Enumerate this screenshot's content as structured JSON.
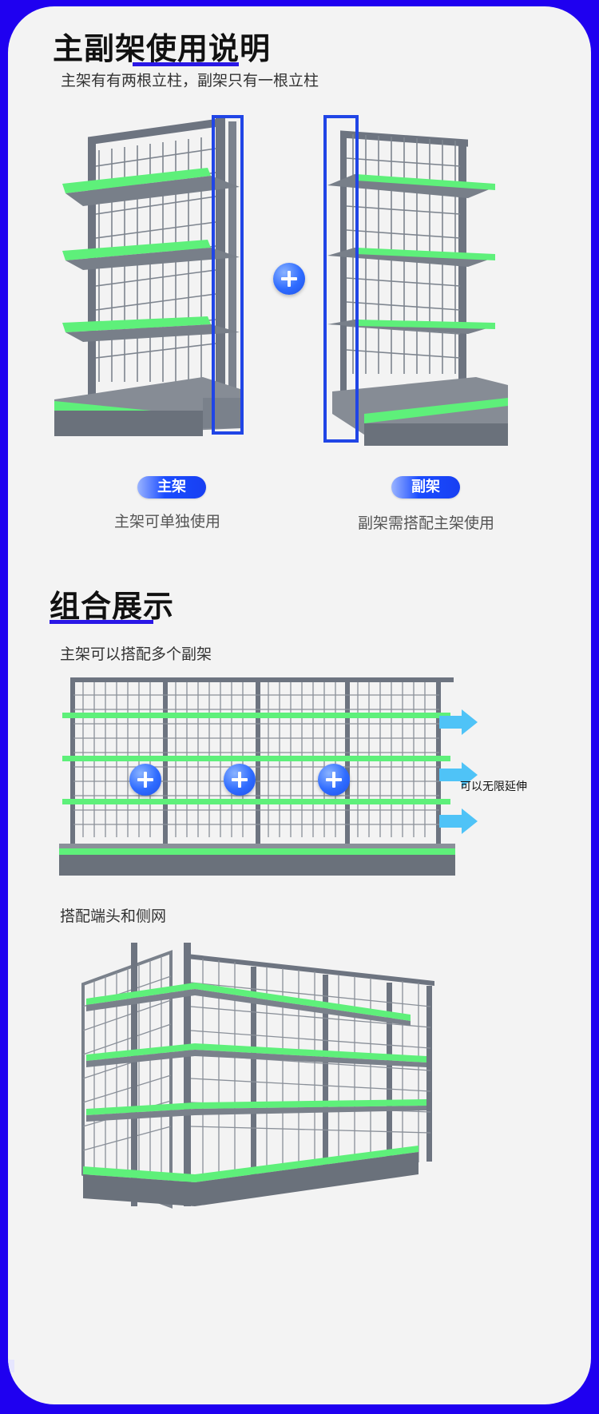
{
  "section1": {
    "title": "主副架使用说明",
    "subtitle": "主架有有两根立柱，副架只有一根立柱",
    "main_label": "主架",
    "main_caption": "主架可单独使用",
    "sub_label": "副架",
    "sub_caption": "副架需搭配主架使用"
  },
  "section2": {
    "title": "组合展示",
    "subtitle1": "主架可以搭配多个副架",
    "extend_label": "可以无限延伸",
    "subtitle2": "搭配端头和侧网"
  },
  "colors": {
    "background": "#1f00f0",
    "card": "#f3f3f3",
    "accent": "#2a17e6",
    "shelf_green": "#5ef07a",
    "frame_gray": "#6d7480",
    "highlight_box": "#2045e6"
  },
  "icons": [
    "plus-icon",
    "arrow-right-icon"
  ]
}
